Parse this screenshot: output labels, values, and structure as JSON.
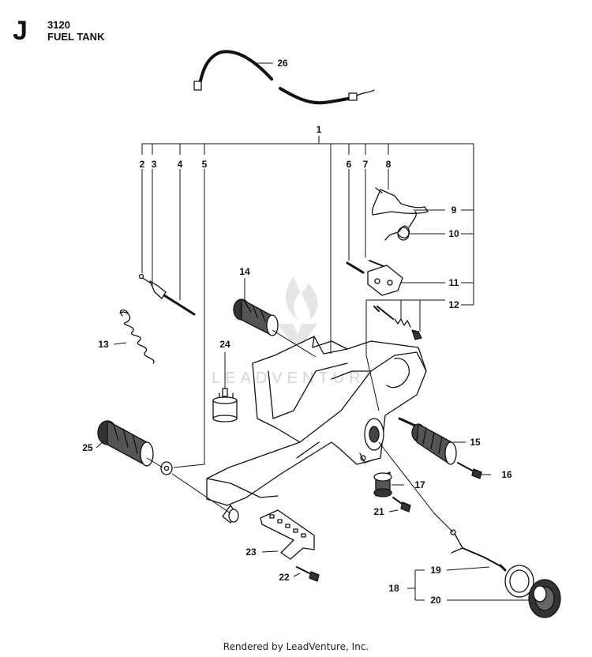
{
  "header": {
    "section": "J",
    "code": "3120",
    "title": "FUEL TANK"
  },
  "callouts": {
    "p1": "1",
    "p2": "2",
    "p3": "3",
    "p4": "4",
    "p5": "5",
    "p6": "6",
    "p7": "7",
    "p8": "8",
    "p9": "9",
    "p10": "10",
    "p11": "11",
    "p12": "12",
    "p13": "13",
    "p14": "14",
    "p15": "15",
    "p16": "16",
    "p17": "17",
    "p18": "18",
    "p19": "19",
    "p20": "20",
    "p21": "21",
    "p22": "22",
    "p23": "23",
    "p24": "24",
    "p25": "25",
    "p26": "26"
  },
  "watermark": {
    "text": "LEADVENTURE"
  },
  "footer": {
    "text": "Rendered by LeadVenture, Inc."
  }
}
